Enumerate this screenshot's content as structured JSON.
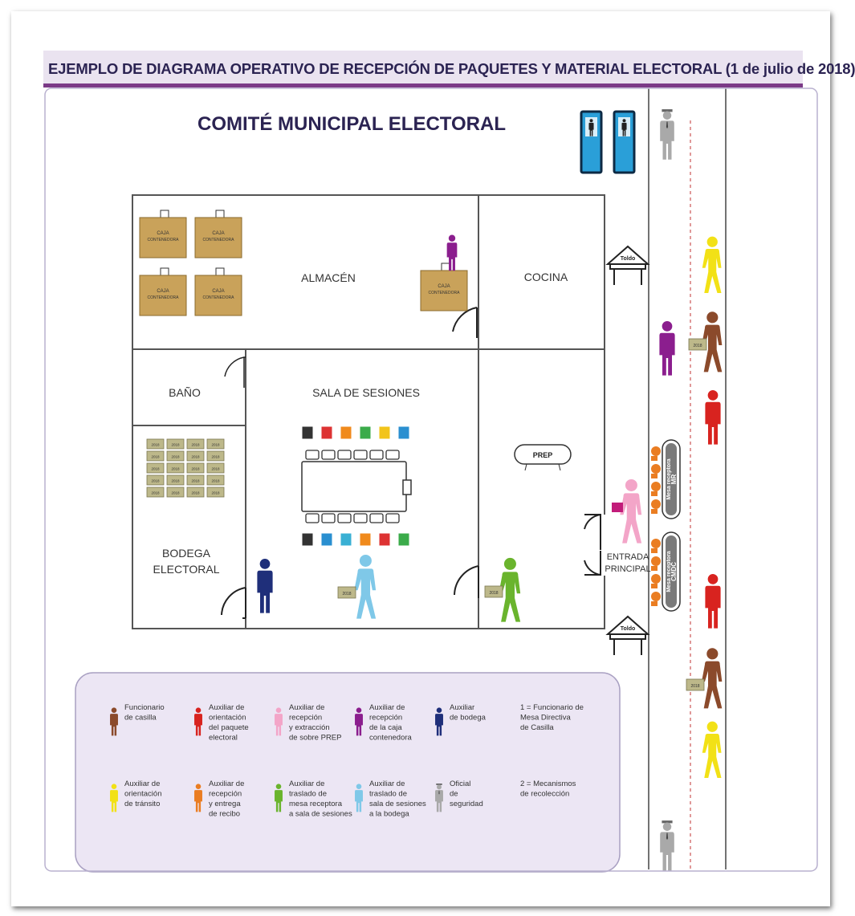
{
  "title": "EJEMPLO DE DIAGRAMA OPERATIVO DE RECEPCIÓN DE PAQUETES Y MATERIAL ELECTORAL (1 de julio de 2018)",
  "building_title": "COMITÉ MUNICIPAL ELECTORAL",
  "rooms": {
    "almacen": "ALMACÉN",
    "cocina": "COCINA",
    "bano": "BAÑO",
    "sala": "SALA DE SESIONES",
    "bodega_1": "BODEGA",
    "bodega_2": "ELECTORAL",
    "entrada_1": "ENTRADA",
    "entrada_2": "PRINCIPAL"
  },
  "caja_label_1": "CAJA",
  "caja_label_2": "CONTENEDORA",
  "package_label": "2018",
  "prep_label": "PREP",
  "toldo_label": "Toldo",
  "mesa_mr": [
    "Mesa receptora",
    "MR"
  ],
  "mesa_cmdc": [
    "Mesa receptora",
    "CMDC"
  ],
  "legend": [
    {
      "color": "#8b4a2b",
      "lines": [
        "Funcionario",
        "de casilla"
      ]
    },
    {
      "color": "#d8231f",
      "lines": [
        "Auxiliar de",
        "orientación",
        "del paquete",
        "electoral"
      ]
    },
    {
      "color": "#f3a5c8",
      "lines": [
        "Auxiliar de",
        "recepción",
        "y extracción",
        "de sobre PREP"
      ]
    },
    {
      "color": "#8b1e8e",
      "lines": [
        "Auxiliar de",
        "recepción",
        "de la caja",
        "contenedora"
      ]
    },
    {
      "color": "#1f2f7a",
      "lines": [
        "Auxiliar",
        "de bodega"
      ]
    },
    {
      "color": "none",
      "lines": [
        "1 = Funcionario de",
        "Mesa Directiva",
        "de Casilla"
      ]
    },
    {
      "color": "#f2e116",
      "lines": [
        "Auxiliar de",
        "orientación",
        "de tránsito"
      ]
    },
    {
      "color": "#ea7d22",
      "lines": [
        "Auxiliar de",
        "recepción",
        "y entrega",
        "de recibo"
      ]
    },
    {
      "color": "#6ab42d",
      "lines": [
        "Auxiliar de",
        "traslado de",
        "mesa receptora",
        "a sala de sesiones"
      ]
    },
    {
      "color": "#7fc8e8",
      "lines": [
        "Auxiliar de",
        "traslado de",
        "sala de sesiones",
        "a la bodega"
      ]
    },
    {
      "color": "#a9a9a9",
      "lines": [
        "Oficial",
        "de",
        "seguridad"
      ]
    },
    {
      "color": "none",
      "lines": [
        "2 = Mecanismos",
        "de recolección"
      ]
    }
  ],
  "colors": {
    "accent_purple": "#7b3a87",
    "title_text": "#2b2352",
    "legend_bg": "#ece6f4",
    "box_tan": "#c9a25a",
    "package_green": "#bdb88a",
    "restroom_blue": "#2a9fd8"
  },
  "icons": [
    "restroom-icon",
    "person-icon",
    "table-icon",
    "tent-icon",
    "door-icon",
    "box-icon",
    "package-icon"
  ]
}
